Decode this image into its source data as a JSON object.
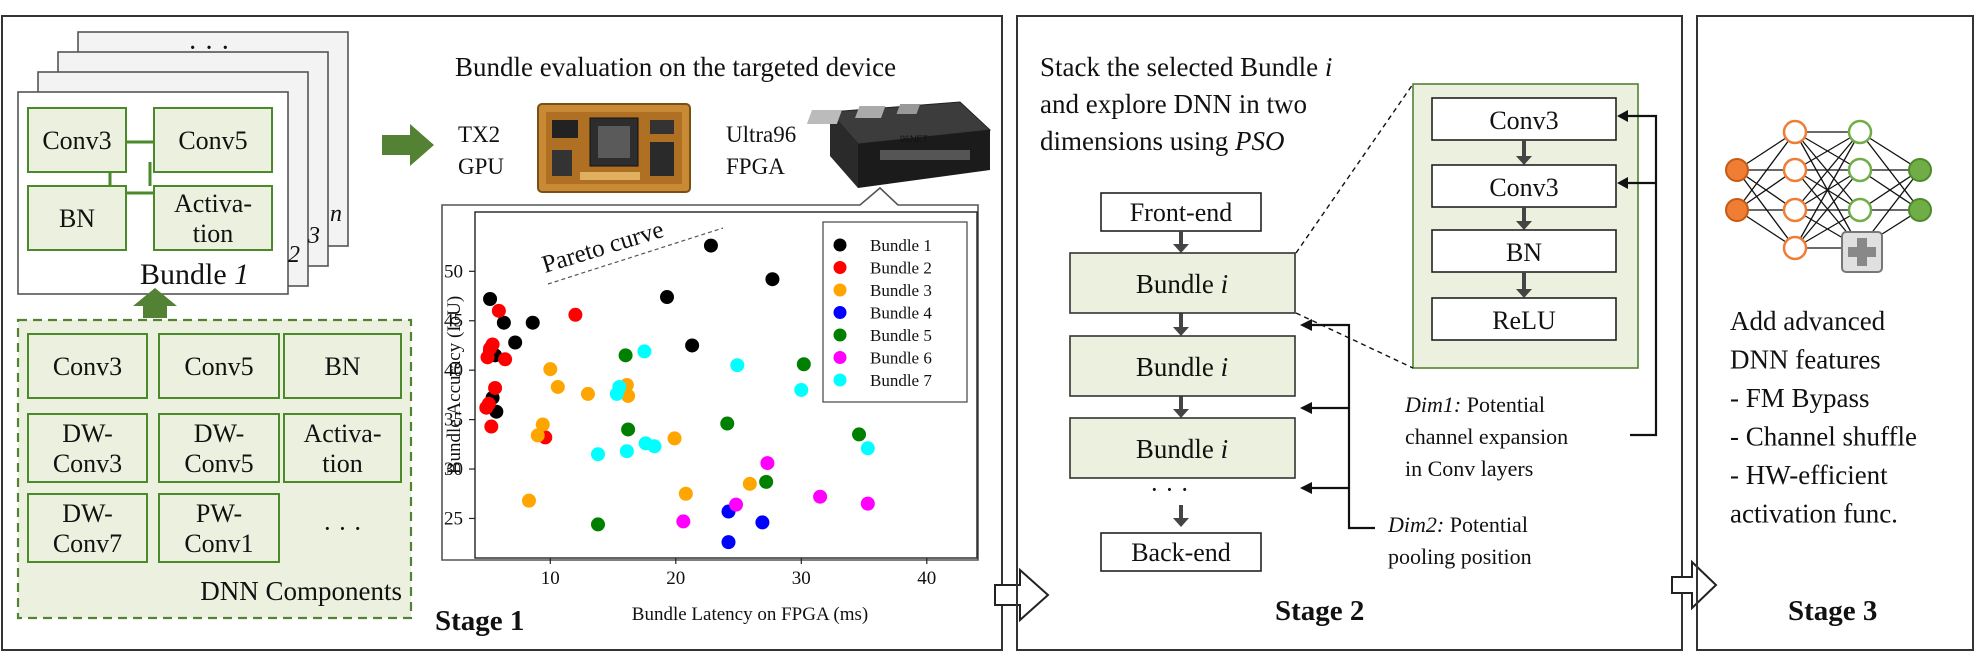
{
  "stage1": {
    "stage_label": "Stage 1",
    "bundle_label": "Bundle",
    "bundle_index": "1",
    "stack_numbers": [
      "2",
      "3",
      "n"
    ],
    "stack_dots": "· · ·",
    "bundle_blocks": [
      "Conv3",
      "Conv5",
      "BN",
      "Activa-\ntion"
    ],
    "components_title": "DNN Components",
    "components": [
      "Conv3",
      "Conv5",
      "BN",
      "DW-\nConv3",
      "DW-\nConv5",
      "Activa-\ntion",
      "DW-\nConv7",
      "PW-\nConv1",
      "· · ·"
    ],
    "eval_title": "Bundle evaluation on the targeted device",
    "device1": "TX2\nGPU",
    "device2": "Ultra96\nFPGA",
    "pareto_label": "Pareto curve",
    "colors": {
      "block_fill": "#ebf1de",
      "block_border": "#4a8a2a",
      "arrow_green": "#548235"
    }
  },
  "stage2": {
    "stage_label": "Stage 2",
    "title": "Stack the selected Bundle i and explore DNN in two dimensions using PSO",
    "title_lines": [
      "Stack the selected Bundle i",
      "and explore DNN in two",
      "dimensions using PSO"
    ],
    "front_end": "Front-end",
    "back_end": "Back-end",
    "bundle": "Bundle",
    "bundle_var": "i",
    "dots": "· · ·",
    "expanded": [
      "Conv3",
      "Conv3",
      "BN",
      "ReLU"
    ],
    "dim1_label": "Dim1:",
    "dim1_text": [
      "Potential",
      "channel expansion",
      "in Conv layers"
    ],
    "dim2_label": "Dim2:",
    "dim2_text": [
      "Potential",
      "pooling position"
    ]
  },
  "stage3": {
    "stage_label": "Stage 3",
    "features": [
      "Add advanced",
      "DNN features",
      "- FM Bypass",
      "- Channel shuffle",
      "- HW-efficient",
      "activation func."
    ]
  },
  "chart_data": {
    "type": "scatter",
    "xlabel": "Bundle Latency on FPGA (ms)",
    "ylabel": "Bundle Accuracy (IoU)",
    "xlim": [
      4,
      44
    ],
    "ylim": [
      21,
      56
    ],
    "xticks": [
      10,
      20,
      30,
      40
    ],
    "yticks": [
      25,
      30,
      35,
      40,
      45,
      50
    ],
    "legend_position": "top-right",
    "grid": false,
    "series": [
      {
        "name": "Bundle 1",
        "color": "#000000",
        "points": [
          [
            5.2,
            47.2
          ],
          [
            5.6,
            41.5
          ],
          [
            6.3,
            44.8
          ],
          [
            7.2,
            42.8
          ],
          [
            8.6,
            44.8
          ],
          [
            19.3,
            47.4
          ],
          [
            21.3,
            42.5
          ],
          [
            22.8,
            52.6
          ],
          [
            27.7,
            49.2
          ],
          [
            5.4,
            37.2
          ],
          [
            5.7,
            35.8
          ],
          [
            5.2,
            42.0
          ]
        ]
      },
      {
        "name": "Bundle 2",
        "color": "#ff0000",
        "points": [
          [
            5.9,
            46.0
          ],
          [
            5.4,
            42.6
          ],
          [
            5.0,
            41.3
          ],
          [
            6.4,
            41.1
          ],
          [
            5.6,
            38.2
          ],
          [
            5.1,
            36.6
          ],
          [
            4.9,
            36.2
          ],
          [
            5.3,
            34.3
          ],
          [
            9.6,
            33.2
          ],
          [
            12.0,
            45.6
          ],
          [
            5.2,
            42.2
          ]
        ]
      },
      {
        "name": "Bundle 3",
        "color": "#ffa500",
        "points": [
          [
            10.0,
            40.1
          ],
          [
            10.6,
            38.3
          ],
          [
            13.0,
            37.6
          ],
          [
            16.1,
            38.5
          ],
          [
            16.2,
            37.4
          ],
          [
            9.4,
            34.5
          ],
          [
            9.0,
            33.4
          ],
          [
            19.9,
            33.1
          ],
          [
            8.3,
            26.8
          ],
          [
            20.8,
            27.5
          ],
          [
            25.9,
            28.5
          ]
        ]
      },
      {
        "name": "Bundle 4",
        "color": "#0000ff",
        "points": [
          [
            24.2,
            25.7
          ],
          [
            24.2,
            22.6
          ],
          [
            26.9,
            24.6
          ]
        ]
      },
      {
        "name": "Bundle 5",
        "color": "#008000",
        "points": [
          [
            16.0,
            41.5
          ],
          [
            30.2,
            40.6
          ],
          [
            16.2,
            34.0
          ],
          [
            24.1,
            34.6
          ],
          [
            34.6,
            33.5
          ],
          [
            27.2,
            28.7
          ],
          [
            13.8,
            24.4
          ]
        ]
      },
      {
        "name": "Bundle 6",
        "color": "#ff00ff",
        "points": [
          [
            27.3,
            30.6
          ],
          [
            20.6,
            24.7
          ],
          [
            24.8,
            26.4
          ],
          [
            31.5,
            27.2
          ],
          [
            35.3,
            26.5
          ]
        ]
      },
      {
        "name": "Bundle 7",
        "color": "#00ffff",
        "points": [
          [
            17.5,
            41.9
          ],
          [
            24.9,
            40.5
          ],
          [
            30.0,
            38.0
          ],
          [
            15.5,
            38.3
          ],
          [
            15.3,
            37.6
          ],
          [
            17.6,
            32.6
          ],
          [
            16.1,
            31.8
          ],
          [
            18.3,
            32.3
          ],
          [
            13.8,
            31.5
          ],
          [
            35.3,
            32.1
          ]
        ]
      }
    ]
  }
}
